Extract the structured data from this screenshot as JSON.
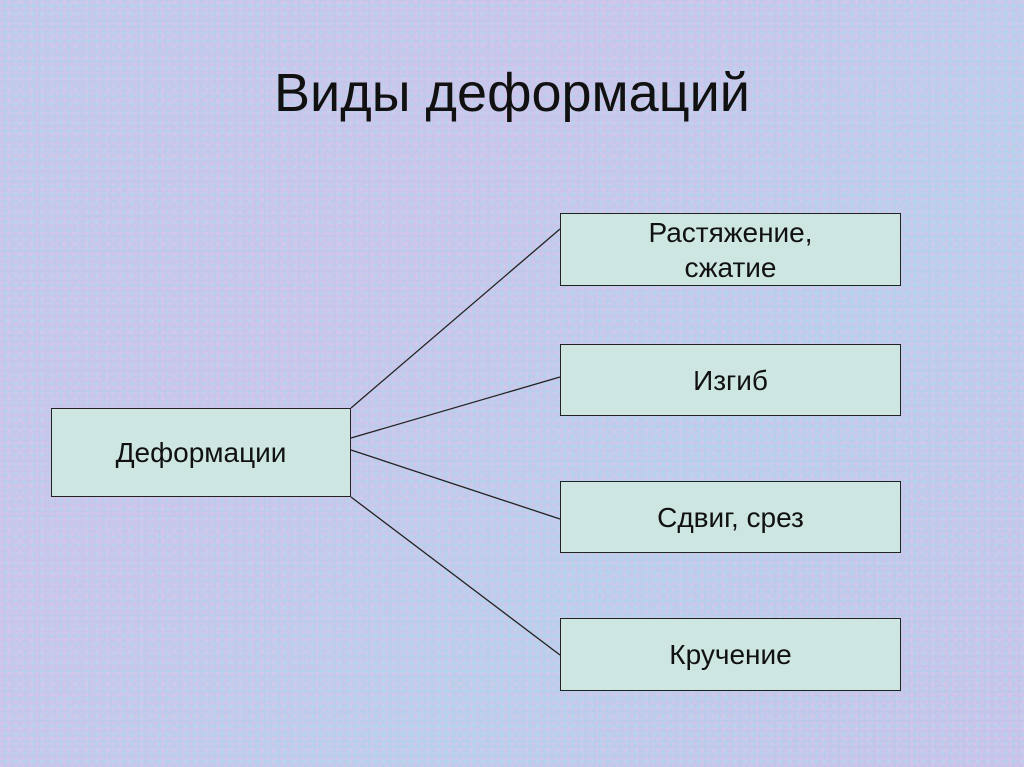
{
  "slide": {
    "title": "Виды деформаций"
  },
  "diagram": {
    "root": "Деформации",
    "items": [
      {
        "line1": "Растяжение,",
        "line2": "сжатие"
      },
      {
        "label": "Изгиб"
      },
      {
        "label": "Сдвиг, срез"
      },
      {
        "label": "Кручение"
      }
    ]
  },
  "colors": {
    "box_fill": "#cde6e2",
    "box_border": "#222222",
    "line": "#222222"
  }
}
